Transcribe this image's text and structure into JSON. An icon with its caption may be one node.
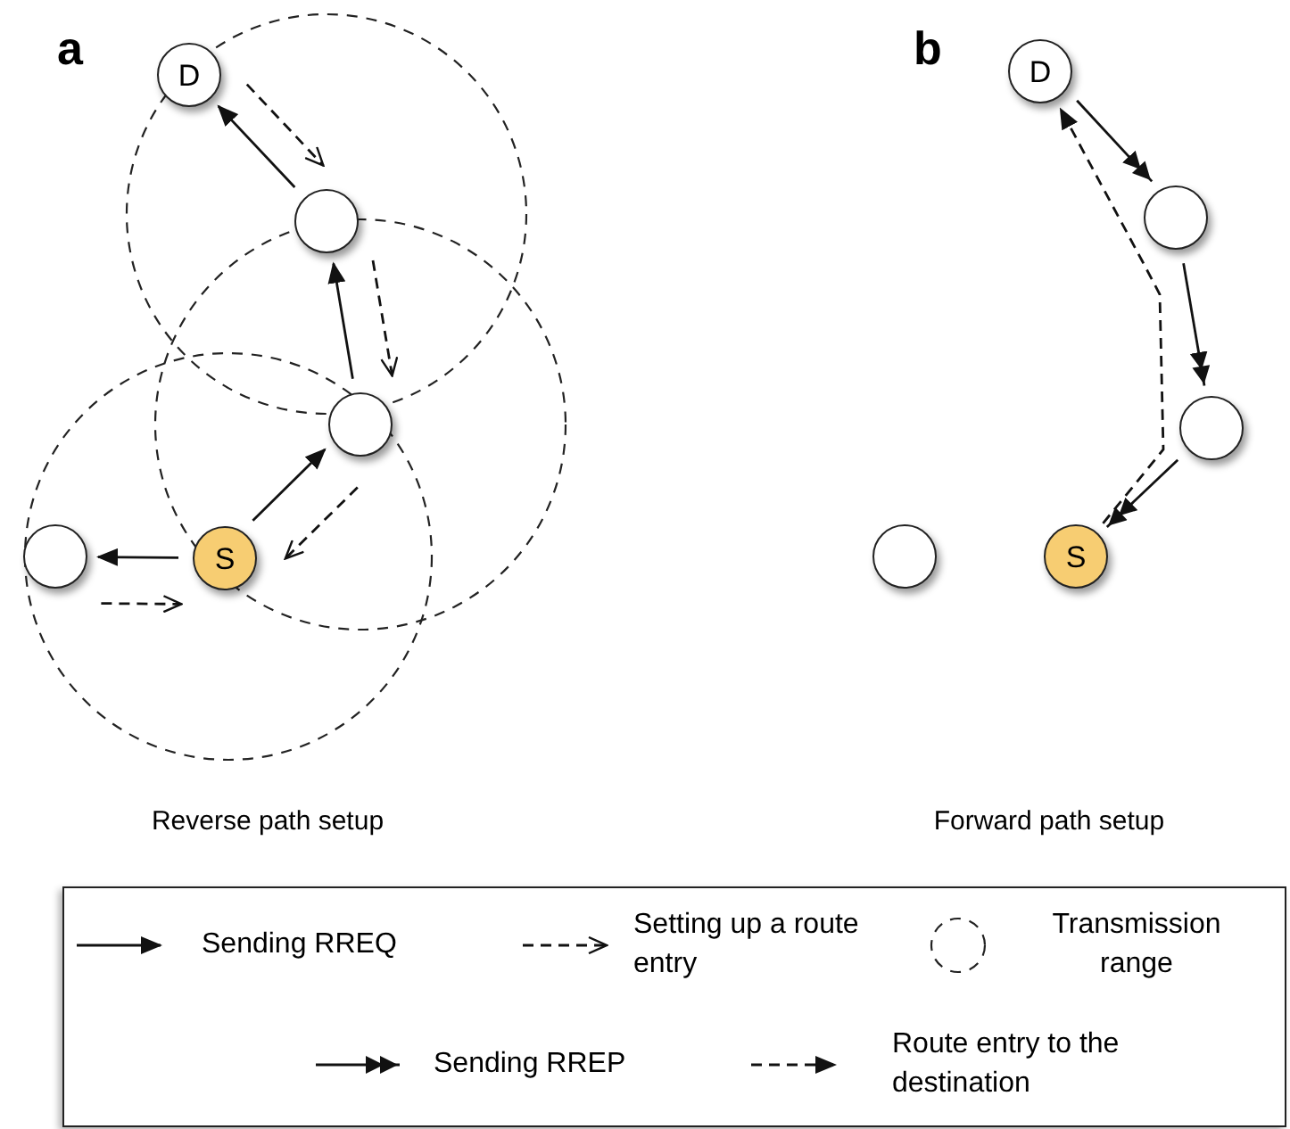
{
  "diagram": {
    "nodes": [
      {
        "text": [
          "D"
        ]
      },
      {
        "text": [],
        "shape": "circle"
      },
      {
        "text": [],
        "shape": "circle"
      },
      {
        "text": [
          "S"
        ]
      },
      {
        "text": [],
        "shape": "circle"
      },
      {
        "text": [
          "D"
        ]
      },
      {
        "text": [],
        "shape": "circle"
      },
      {
        "text": [],
        "shape": "circle"
      },
      {
        "text": [
          "S"
        ]
      },
      {
        "text": [],
        "shape": "circle"
      }
    ],
    "edges": [
      {
        "from": 3,
        "to": 4,
        "arrow": "to"
      },
      {
        "from": 4,
        "to": 3,
        "arrow": "to",
        "style": "dashed"
      },
      {
        "from": 3,
        "to": 2,
        "arrow": "to"
      },
      {
        "from": 2,
        "to": 3,
        "arrow": "to",
        "style": "dashed"
      },
      {
        "from": 2,
        "to": 1,
        "arrow": "to"
      },
      {
        "from": 1,
        "to": 2,
        "arrow": "to",
        "style": "dashed"
      },
      {
        "from": 1,
        "to": 0,
        "arrow": "to"
      },
      {
        "from": 0,
        "to": 1,
        "arrow": "to",
        "style": "dashed"
      },
      {
        "from": 5,
        "to": 6,
        "arrow": "to"
      },
      {
        "from": 6,
        "to": 7,
        "arrow": "to"
      },
      {
        "from": 7,
        "to": 8,
        "arrow": "to"
      },
      {
        "from": 8,
        "to": 5,
        "arrow": "to",
        "style": "dashed"
      }
    ],
    "labels": [
      "a",
      "b",
      "Reverse path setup",
      "Forward path setup"
    ],
    "legend": [
      {
        "text": "Sending RREQ"
      },
      {
        "text": "Setting up a route entry"
      },
      {
        "text": "Transmission range"
      },
      {
        "text": "Sending RREP"
      },
      {
        "text": "Route entry to the destination"
      }
    ]
  }
}
